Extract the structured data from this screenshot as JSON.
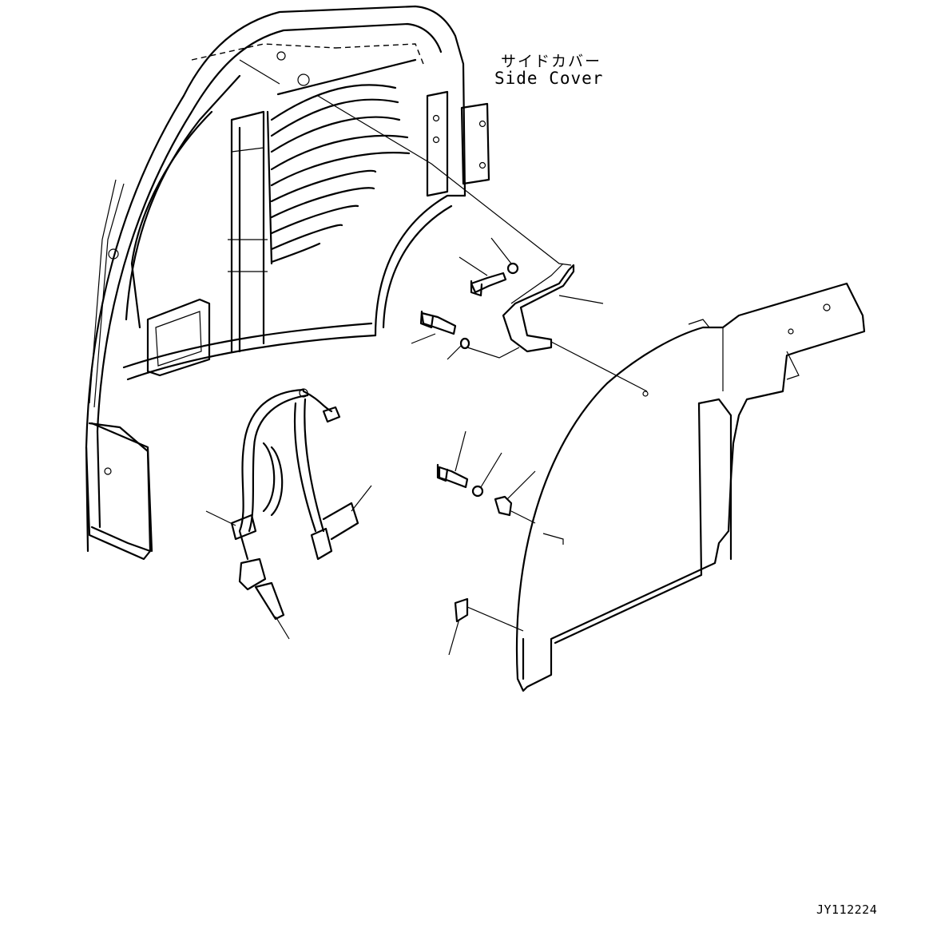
{
  "callout": {
    "jp": "サイドカバー",
    "en": "Side Cover"
  },
  "drawing_code": "JY112224"
}
